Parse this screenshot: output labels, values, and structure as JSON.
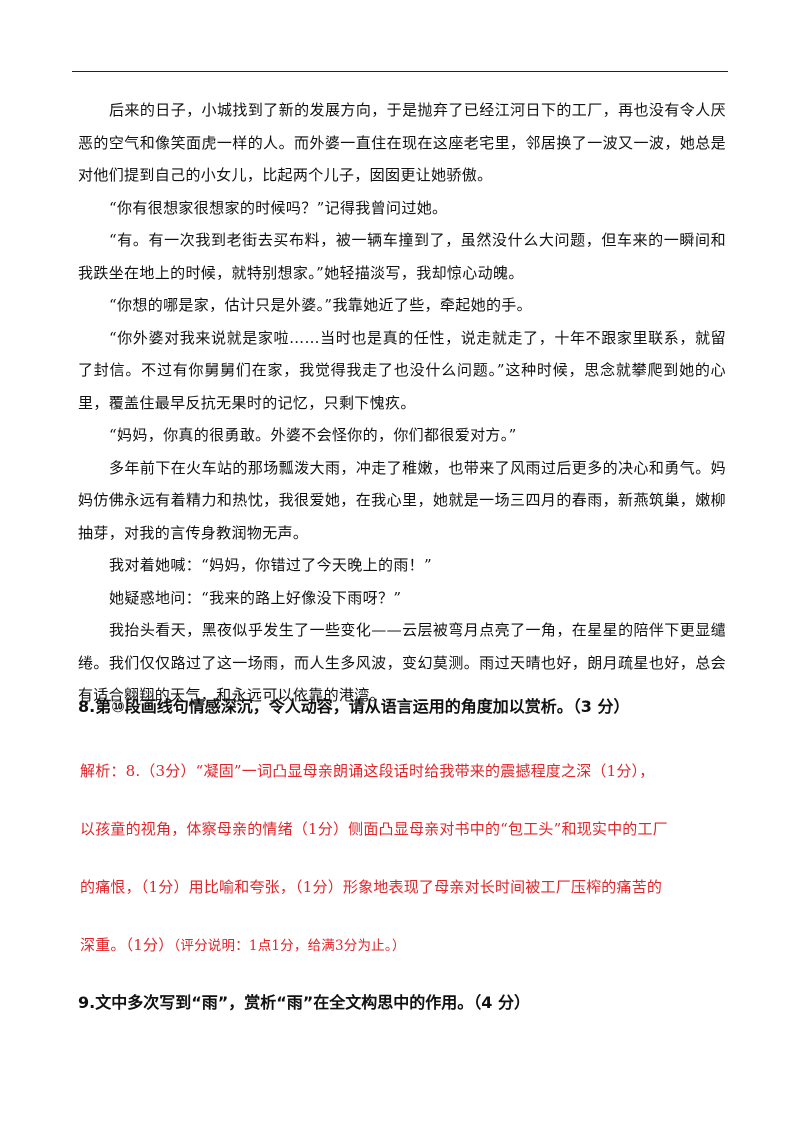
{
  "passage": [
    "后来的日子，小城找到了新的发展方向，于是抛弃了已经江河日下的工厂，再也没有令人厌恶的空气和像笑面虎一样的人。而外婆一直住在现在这座老宅里，邻居换了一波又一波，她总是对他们提到自己的小女儿，比起两个儿子，囡囡更让她骄傲。",
    "“你有很想家很想家的时候吗？”记得我曾问过她。",
    "“有。有一次我到老街去买布料，被一辆车撞到了，虽然没什么大问题，但车来的一瞬间和我跌坐在地上的时候，就特别想家。”她轻描淡写，我却惊心动魄。",
    "“你想的哪是家，估计只是外婆。”我靠她近了些，牵起她的手。",
    "“你外婆对我来说就是家啦……当时也是真的任性，说走就走了，十年不跟家里联系，就留了封信。不过有你舅舅们在家，我觉得我走了也没什么问题。”这种时候，思念就攀爬到她的心里，覆盖住最早反抗无果时的记忆，只剩下愧疚。",
    "“妈妈，你真的很勇敢。外婆不会怪你的，你们都很爱对方。”",
    "多年前下在火车站的那场瓢泼大雨，冲走了稚嫩，也带来了风雨过后更多的决心和勇气。妈妈仿佛永远有着精力和热忱，我很爱她，在我心里，她就是一场三四月的春雨，新燕筑巢，嫩柳抽芽，对我的言传身教润物无声。",
    "我对着她喊：“妈妈，你错过了今天晚上的雨！”",
    "她疑惑地问：“我来的路上好像没下雨呀？”",
    "我抬头看天，黑夜似乎发生了一些变化——云层被弯月点亮了一角，在星星的陪伴下更显缱绻。我们仅仅路过了这一场雨，而人生多风波，变幻莫测。雨过天晴也好，朗月疏星也好，总会有适合翱翔的天气，和永远可以依靠的港湾。"
  ],
  "question8": "8.第⑩段画线句情感深沉，令人动容，请从语言运用的角度加以赏析。（3 分）",
  "analysis": {
    "line1": "解析：8.（3分）“凝固”一词凸显母亲朗诵这段话时给我带来的震撼程度之深（1分），",
    "line2": "以孩童的视角，体察母亲的情绪（1分）侧面凸显母亲对书中的“包工头”和现实中的工厂",
    "line3": "的痛恨，（1分）用比喻和夸张，（1分）形象地表现了母亲对长时间被工厂压榨的痛苦的",
    "line4": "深重。（1分）",
    "note": "（评分说明：1点1分，给满3分为止。）"
  },
  "question9": "9.文中多次写到“雨”，赏析“雨”在全文构思中的作用。（4 分）"
}
